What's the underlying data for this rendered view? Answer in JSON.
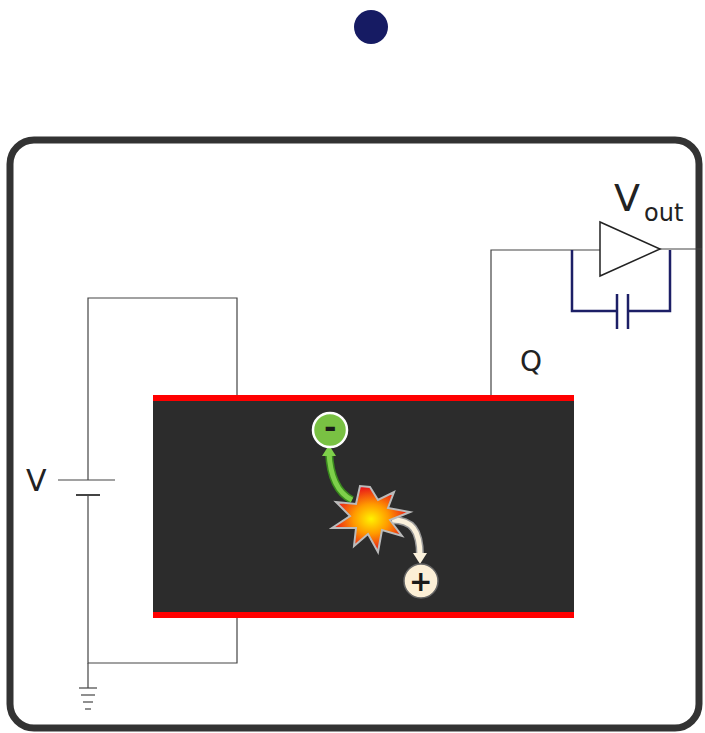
{
  "diagram": {
    "labels": [
      "V",
      "Q",
      "V",
      "out",
      "-",
      "+"
    ]
  }
}
